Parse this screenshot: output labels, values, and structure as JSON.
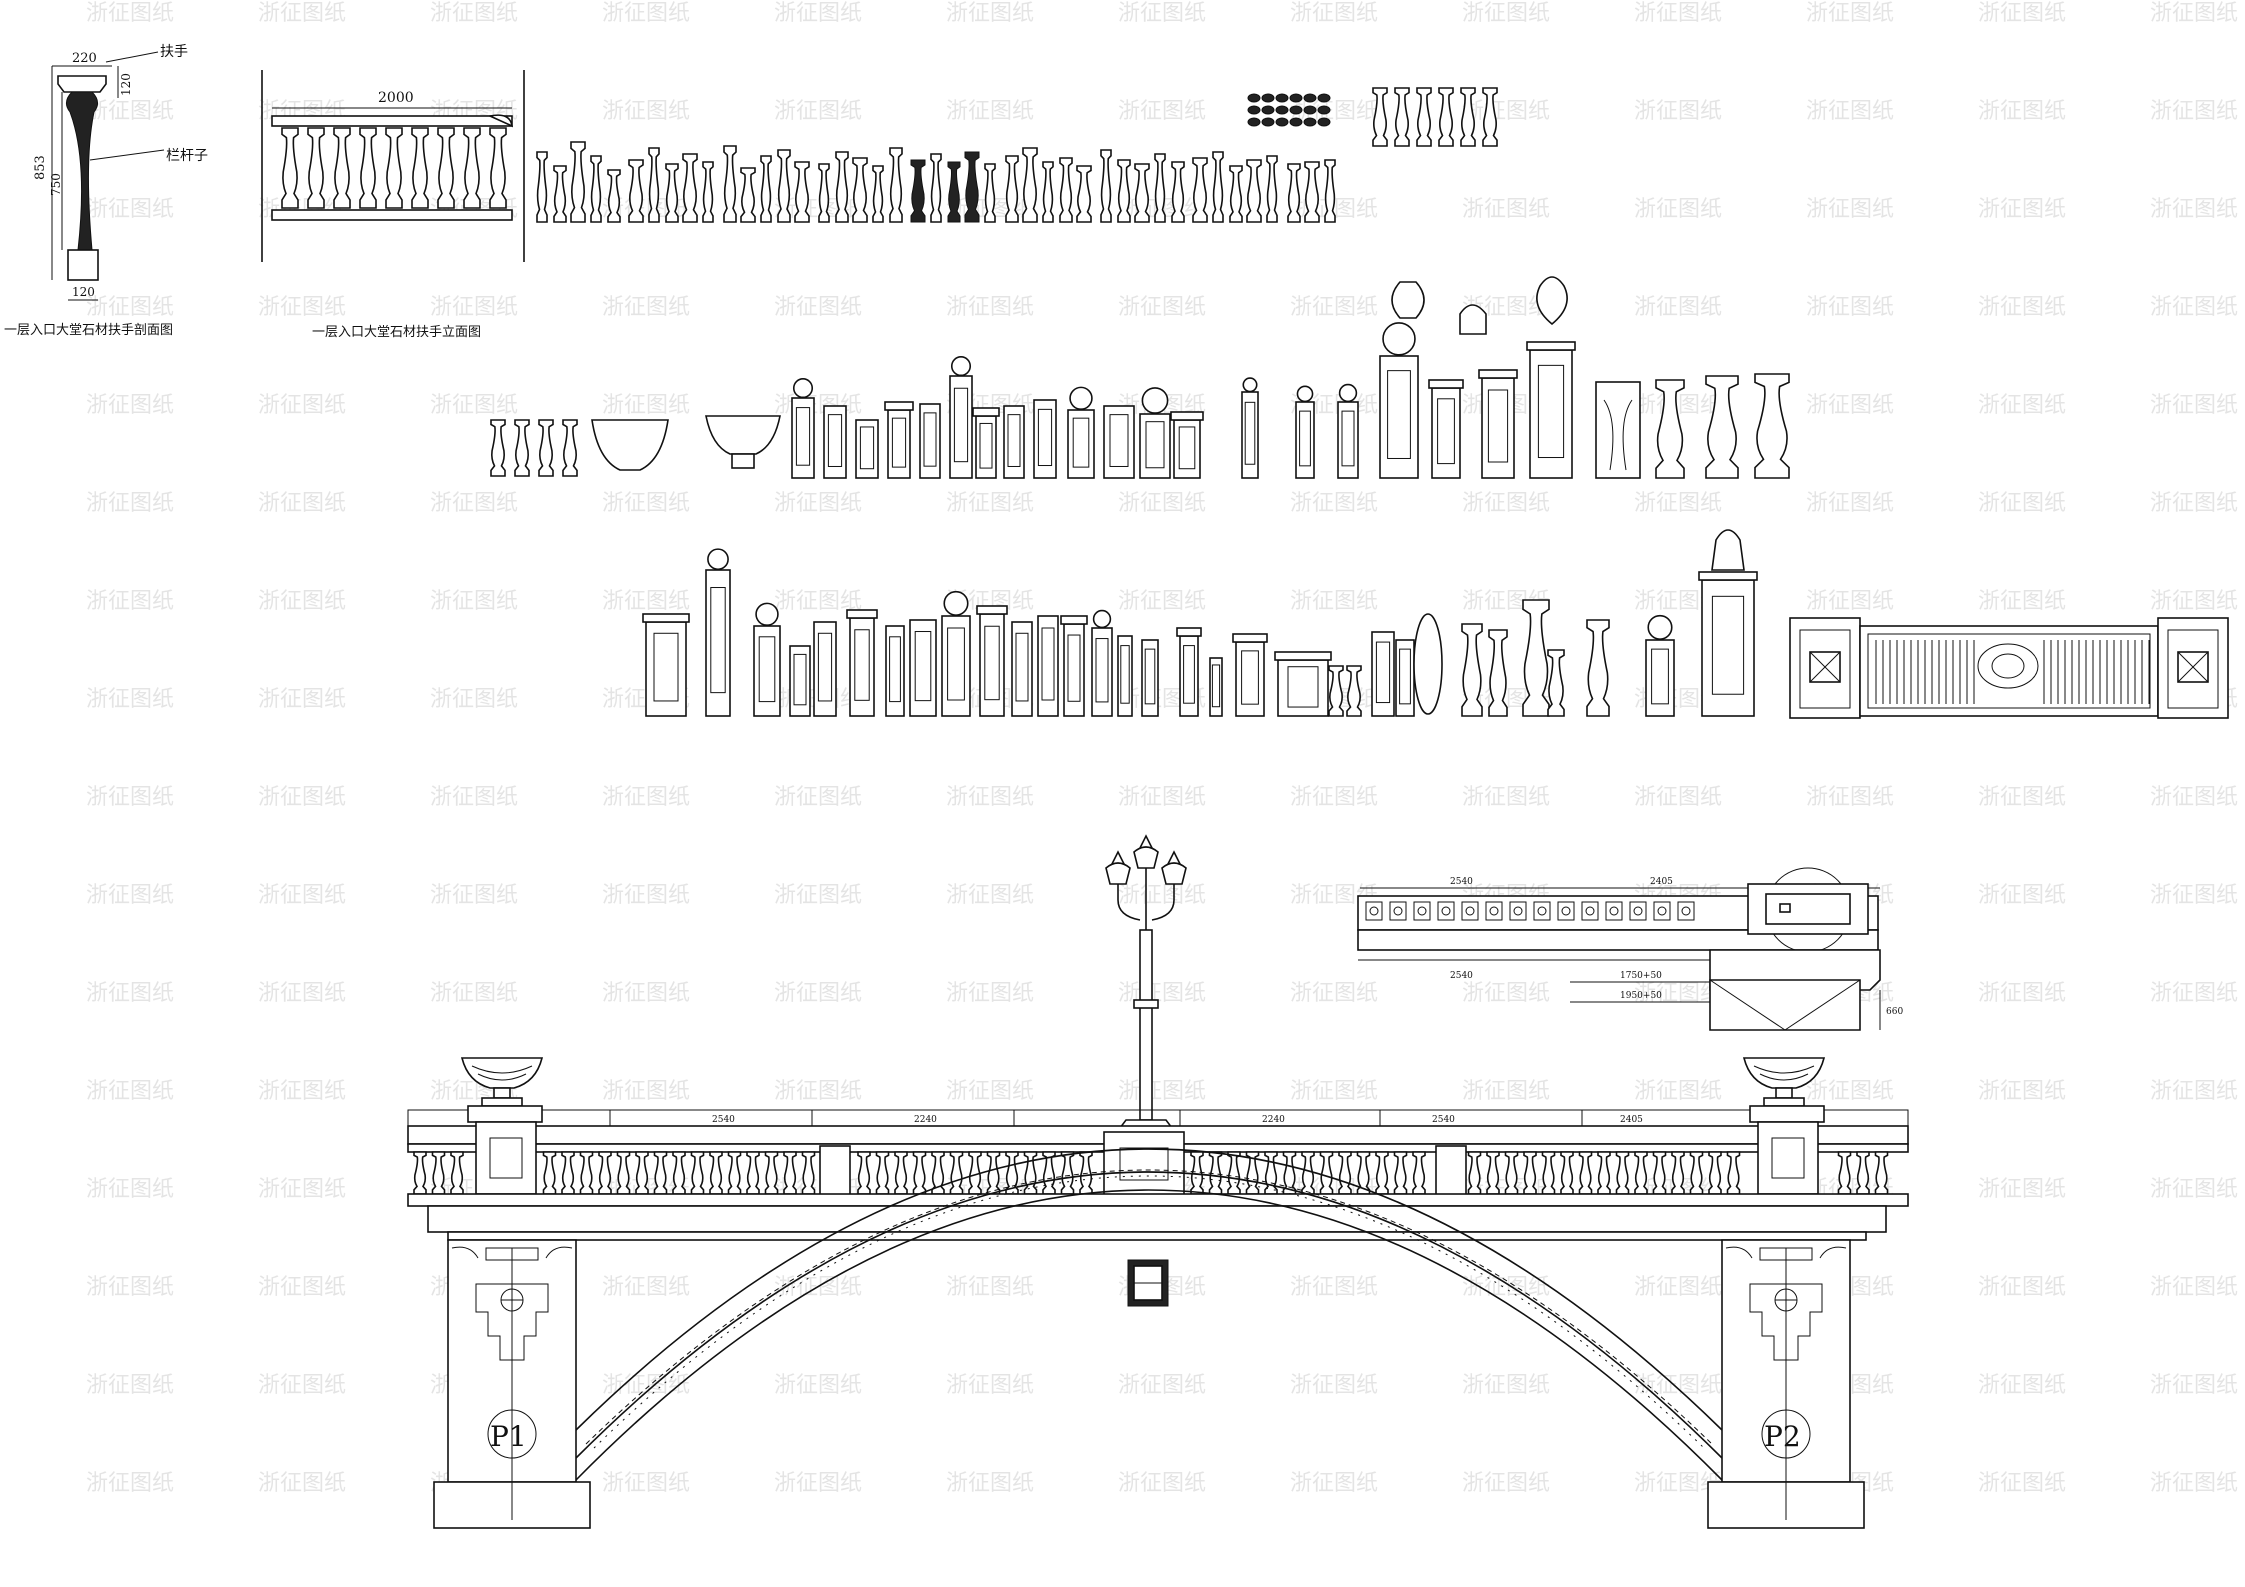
{
  "drawing": {
    "section": {
      "dim_top": "220",
      "dim_handrail_h": "120",
      "dim_total": "853",
      "dim_inner": "750",
      "dim_base": "120",
      "label_handrail": "扶手",
      "label_baluster": "栏杆子",
      "caption": "一层入口大堂石材扶手剖面图"
    },
    "elevation": {
      "dim_length": "2000",
      "caption": "一层入口大堂石材扶手立面图"
    },
    "bridge": {
      "spans": [
        "2405",
        "2540",
        "2240",
        "2240",
        "2540",
        "2405"
      ],
      "pier_left": "P1",
      "pier_right": "P2"
    },
    "plan": {
      "dim_a": "2540",
      "dim_b": "2405",
      "dim_c": "2540",
      "dim_d": "1750+50",
      "dim_e": "1950+50",
      "dim_f": "660"
    },
    "watermark": "浙征图纸"
  }
}
